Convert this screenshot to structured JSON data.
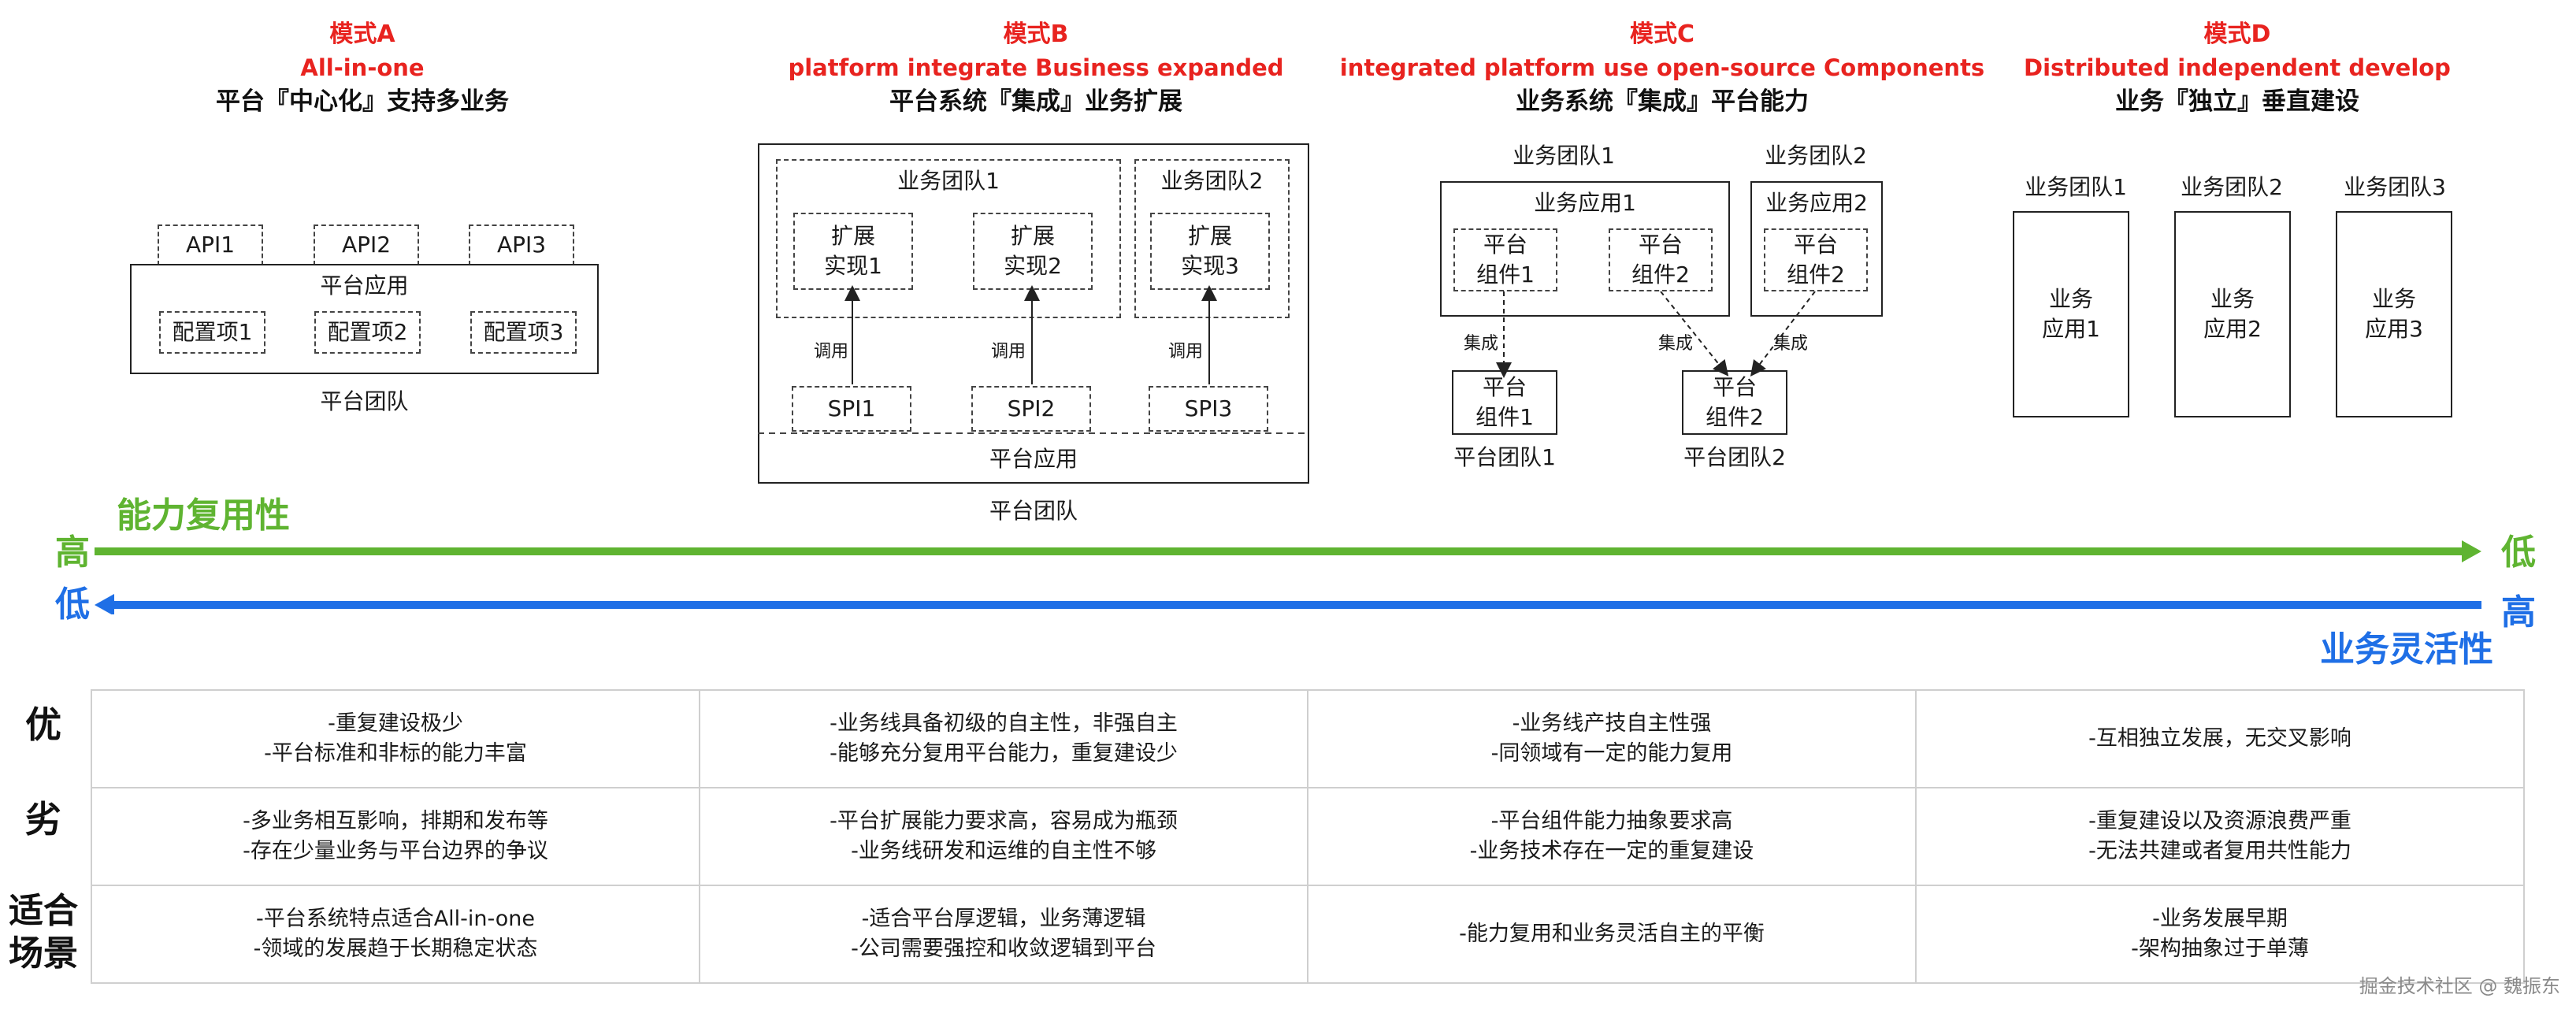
{
  "modes": [
    {
      "name": "模式A",
      "subtitle_en": "All-in-one",
      "subtitle_cn": "平台『中心化』支持多业务"
    },
    {
      "name": "模式B",
      "subtitle_en": "platform integrate Business expanded",
      "subtitle_cn": "平台系统『集成』业务扩展"
    },
    {
      "name": "模式C",
      "subtitle_en": "integrated platform use open-source Components",
      "subtitle_cn": "业务系统『集成』平台能力"
    },
    {
      "name": "模式D",
      "subtitle_en": "Distributed independent develop",
      "subtitle_cn": "业务『独立』垂直建设"
    }
  ],
  "diagram_a": {
    "apis": [
      "API1",
      "API2",
      "API3"
    ],
    "app": "平台应用",
    "configs": [
      "配置项1",
      "配置项2",
      "配置项3"
    ],
    "team": "平台团队"
  },
  "diagram_b": {
    "team1": "业务团队1",
    "team2": "业务团队2",
    "ext1": [
      "扩展",
      "实现1"
    ],
    "ext2": [
      "扩展",
      "实现2"
    ],
    "ext3": [
      "扩展",
      "实现3"
    ],
    "call": "调用",
    "spis": [
      "SPI1",
      "SPI2",
      "SPI3"
    ],
    "app": "平台应用",
    "team": "平台团队"
  },
  "diagram_c": {
    "team1": "业务团队1",
    "team2": "业务团队2",
    "app1": "业务应用1",
    "app2": "业务应用2",
    "comp_a": [
      "平台",
      "组件1"
    ],
    "comp_b": [
      "平台",
      "组件2"
    ],
    "comp_c": [
      "平台",
      "组件2"
    ],
    "integrate": "集成",
    "pcomp1": [
      "平台",
      "组件1"
    ],
    "pcomp2": [
      "平台",
      "组件2"
    ],
    "pteam1": "平台团队1",
    "pteam2": "平台团队2"
  },
  "diagram_d": {
    "teams": [
      "业务团队1",
      "业务团队2",
      "业务团队3"
    ],
    "apps": [
      [
        "业务",
        "应用1"
      ],
      [
        "业务",
        "应用2"
      ],
      [
        "业务",
        "应用3"
      ]
    ]
  },
  "axes": {
    "reuse_label": "能力复用性",
    "reuse_left": "高",
    "reuse_right": "低",
    "flex_label": "业务灵活性",
    "flex_left": "低",
    "flex_right": "高",
    "green": "#5fb431",
    "blue": "#1f6fe6"
  },
  "table": {
    "row_labels": [
      "优",
      "劣",
      "适合场景"
    ],
    "rows": [
      [
        [
          "-重复建设极少",
          "-平台标准和非标的能力丰富"
        ],
        [
          "-业务线具备初级的自主性，非强自主",
          "-能够充分复用平台能力，重复建设少"
        ],
        [
          "-业务线产技自主性强",
          "-同领域有一定的能力复用"
        ],
        [
          "-互相独立发展，无交叉影响"
        ]
      ],
      [
        [
          "-多业务相互影响，排期和发布等",
          "-存在少量业务与平台边界的争议"
        ],
        [
          "-平台扩展能力要求高，容易成为瓶颈",
          "-业务线研发和运维的自主性不够"
        ],
        [
          "-平台组件能力抽象要求高",
          "-业务技术存在一定的重复建设"
        ],
        [
          "-重复建设以及资源浪费严重",
          "-无法共建或者复用共性能力"
        ]
      ],
      [
        [
          "-平台系统特点适合All-in-one",
          "-领域的发展趋于长期稳定状态"
        ],
        [
          "-适合平台厚逻辑，业务薄逻辑",
          "-公司需要强控和收敛逻辑到平台"
        ],
        [
          "-能力复用和业务灵活自主的平衡"
        ],
        [
          "-业务发展早期",
          "-架构抽象过于单薄"
        ]
      ]
    ]
  },
  "watermark": "掘金技术社区 @ 魏振东"
}
